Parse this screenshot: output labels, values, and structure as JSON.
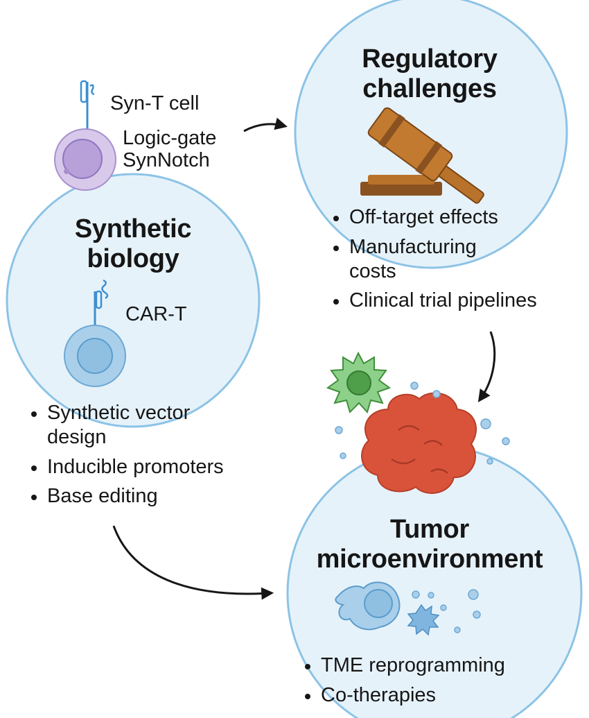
{
  "synthetic": {
    "title_line1": "Synthetic",
    "title_line2": "biology",
    "syn_t_label": "Syn-T cell",
    "logic_line1": "Logic-gate",
    "logic_line2": "SynNotch",
    "car_t_label": "CAR-T",
    "bullets": [
      "Synthetic vector design",
      "Inducible promoters",
      "Base editing"
    ]
  },
  "regulatory": {
    "title_line1": "Regulatory",
    "title_line2": "challenges",
    "bullets": [
      "Off-target effects",
      "Manufacturing costs",
      "Clinical trial pipelines"
    ]
  },
  "tumor": {
    "title_line1": "Tumor",
    "title_line2": "microenvironment",
    "bullets": [
      "TME reprogramming",
      "Co-therapies"
    ]
  },
  "colors": {
    "circle_fill": "#e6f2fa",
    "circle_stroke": "#8cc3e6",
    "tcell": "#c9b6e0",
    "cart": "#8fc0e2",
    "gavel": "#b9722a",
    "tumor": "#d9533b",
    "green_cell": "#5fae5a"
  }
}
